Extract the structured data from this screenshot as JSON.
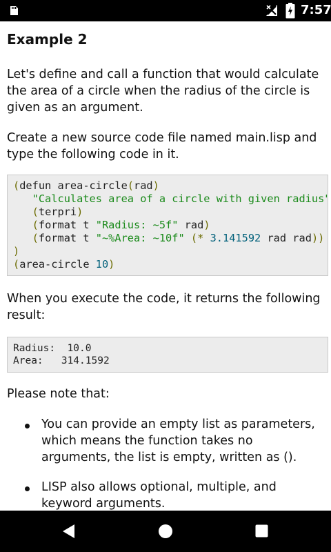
{
  "status_bar": {
    "time": "7:57",
    "icons": [
      "sd-card-icon",
      "signal-icon",
      "battery-icon"
    ]
  },
  "article": {
    "title": "Example 2",
    "intro": "Let's define and call a function that would calculate the area of a circle when the radius of the circle is given as an argument.",
    "instruction": "Create a new source code file named main.lisp and type the following code in it.",
    "code_lines": [
      "(defun area-circle(rad)",
      "   \"Calculates area of a circle with given radius\"",
      "   (terpri)",
      "   (format t \"Radius: ~5f\" rad)",
      "   (format t \"~%Area: ~10f\" (* 3.141592 rad rad))",
      ")",
      "(area-circle 10)"
    ],
    "result_intro": "When you execute the code, it returns the following result:",
    "result_lines": [
      "Radius:  10.0",
      "Area:   314.1592"
    ],
    "note_intro": "Please note that:",
    "bullets": [
      "You can provide an empty list as parameters, which means the function takes no arguments, the list is empty, written as ().",
      "LISP also allows optional, multiple, and keyword arguments."
    ]
  },
  "nav_bar": {
    "icons": [
      "back-icon",
      "home-icon",
      "recents-icon"
    ]
  },
  "colors": {
    "code_background": "#ececec",
    "code_string": "#1a8a1a",
    "code_number": "#00607a",
    "code_paren": "#6b6b00"
  }
}
